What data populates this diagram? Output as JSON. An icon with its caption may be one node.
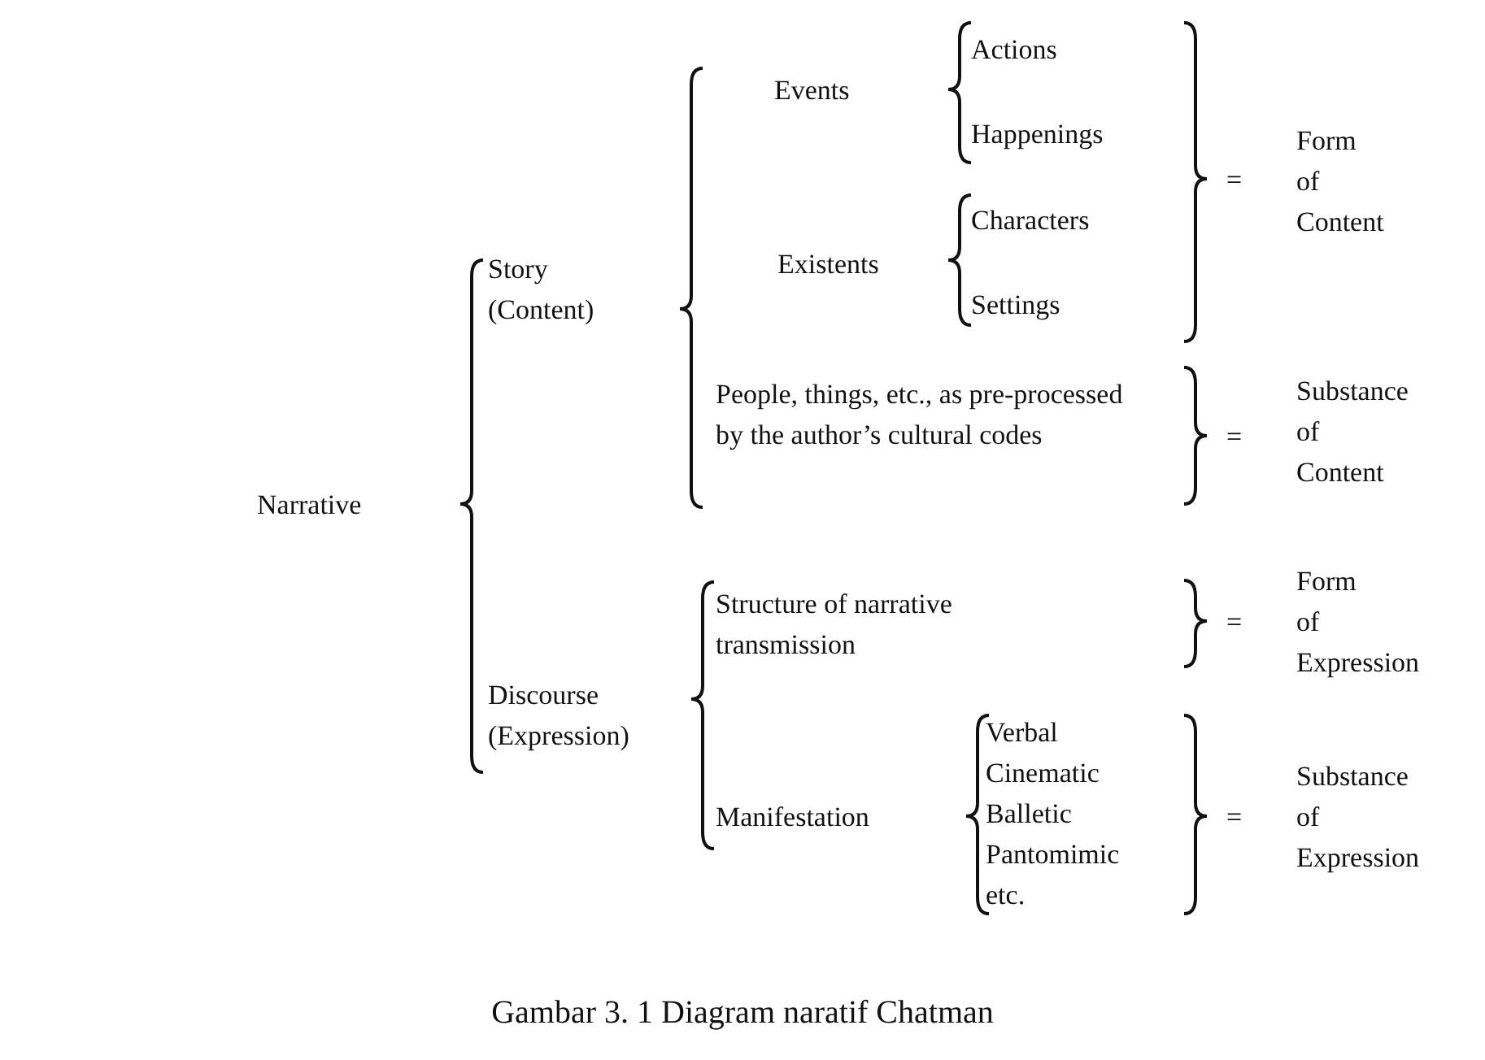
{
  "diagram": {
    "caption": "Gambar 3. 1 Diagram naratif Chatman",
    "labels": [
      "Narrative",
      "Story (Content)",
      "Events",
      "Actions",
      "Happenings",
      "Existents",
      "Characters",
      "Settings",
      "=",
      "Form of Content",
      "People, things, etc., as pre-processed by the author’s cultural codes",
      "=",
      "Substance of Content",
      "Discourse (Expression)",
      "Structure of narrative transmission",
      "=",
      "Form of Expression",
      "Manifestation",
      "Verbal",
      "Cinematic",
      "Balletic",
      "Pantomimic",
      "etc.",
      "=",
      "Substance of Expression"
    ]
  }
}
